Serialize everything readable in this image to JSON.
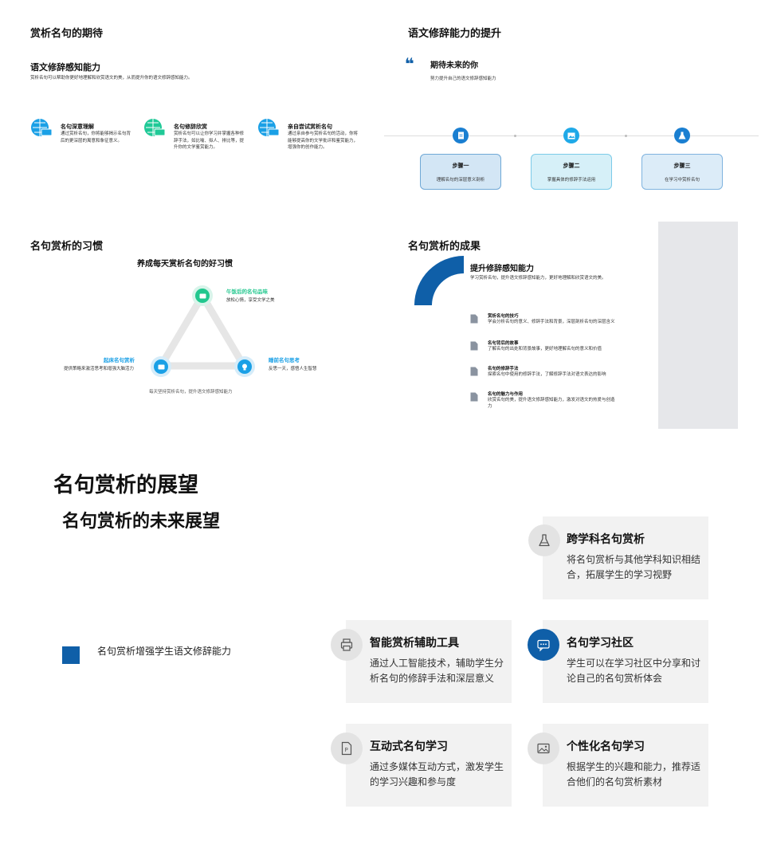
{
  "panel1": {
    "title": "赏析名句的期待",
    "subtitle": "语文修辞感知能力",
    "desc": "赏析名句可以帮助你更好地理解和欣赏语文的美，从而提升你的语文修辞感知能力。",
    "features": [
      {
        "title": "名句深意理解",
        "desc": "通过赏析名句，你将能够揭示名句背后的更深层的寓意和象征意义。",
        "icon": "globe-cart-icon",
        "color": "#1aa0e6"
      },
      {
        "title": "名句修辞欣赏",
        "desc": "赏析名句可以让你学习并掌握各种修辞手法，如比喻、拟人、排比等，提升你的文学鉴赏能力。",
        "icon": "globe-cart-icon",
        "color": "#20c997"
      },
      {
        "title": "亲自尝试赏析名句",
        "desc": "通过亲自参与赏析名句的活动，你将能够提高你的文学批评和鉴赏能力，增强你的创作能力。",
        "icon": "globe-cart-icon",
        "color": "#1aa0e6"
      }
    ]
  },
  "panel2": {
    "title": "语文修辞能力的提升",
    "quote_title": "期待未来的你",
    "quote_desc": "努力提升自己的语文修辞感知能力",
    "steps": [
      {
        "title": "步骤一",
        "desc": "理解名句的深层意义剖析",
        "icon": "document-icon",
        "bg": "#d3e6f5",
        "border": "#6fa8d6"
      },
      {
        "title": "步骤二",
        "desc": "掌握具体的修辞手法运用",
        "icon": "image-icon",
        "bg": "#d6f0f8",
        "border": "#7ccbe8"
      },
      {
        "title": "步骤三",
        "desc": "在学习中赏析名句",
        "icon": "flask-icon",
        "bg": "#dcecf8",
        "border": "#7fb3df"
      }
    ]
  },
  "panel3": {
    "title": "名句赏析的习惯",
    "subtitle": "养成每天赏析名句的好习惯",
    "nodes": [
      {
        "title": "午饭后的名句品味",
        "desc": "放松心情，享受文学之美",
        "color": "#22c78e"
      },
      {
        "title": "起床名句赏析",
        "desc": "提供策略来激活思考和增强大脑活力",
        "color": "#1aa0e6"
      },
      {
        "title": "睡前名句思考",
        "desc": "反思一天，感悟人生智慧",
        "color": "#1aa0e6"
      }
    ],
    "footer": "每天坚持赏析名句，提升语文修辞感知能力"
  },
  "panel4": {
    "title": "名句赏析的成果",
    "subtitle": "提升修辞感知能力",
    "desc": "学习赏析名句，提升语文修辞感知能力，更好地理解和欣赏语文的美。",
    "items": [
      {
        "title": "赏析名句的技巧",
        "desc": "学会分析名句的意义、修辞手法和背景，深层剖析名句的深层含义"
      },
      {
        "title": "名句背后的故事",
        "desc": "了解名句的出处和背景故事，更好地理解名句的意义和价值"
      },
      {
        "title": "名句的修辞手法",
        "desc": "探索名句中使用的修辞手法，了解修辞手法对语文表达的影响"
      },
      {
        "title": "名句的魅力与作用",
        "desc": "欣赏名句的美，提升语文修辞感知能力，激发对语文的热爱与创造力"
      }
    ]
  },
  "panel5": {
    "title": "名句赏析的展望",
    "subtitle": "名句赏析的未来展望",
    "legend": "名句赏析增强学生语文修辞能力",
    "cards": [
      {
        "title": "跨学科名句赏析",
        "desc": "将名句赏析与其他学科知识相结合，拓展学生的学习视野",
        "icon": "flask-icon"
      },
      {
        "title": "智能赏析辅助工具",
        "desc": "通过人工智能技术，辅助学生分析名句的修辞手法和深层意义",
        "icon": "printer-icon"
      },
      {
        "title": "名句学习社区",
        "desc": "学生可以在学习社区中分享和讨论自己的名句赏析体会",
        "icon": "chat-icon"
      },
      {
        "title": "互动式名句学习",
        "desc": "通过多媒体互动方式，激发学生的学习兴趣和参与度",
        "icon": "p-file-icon"
      },
      {
        "title": "个性化名句学习",
        "desc": "根据学生的兴趣和能力，推荐适合他们的名句赏析素材",
        "icon": "image-icon"
      }
    ],
    "accent": "#0f5fa8"
  }
}
